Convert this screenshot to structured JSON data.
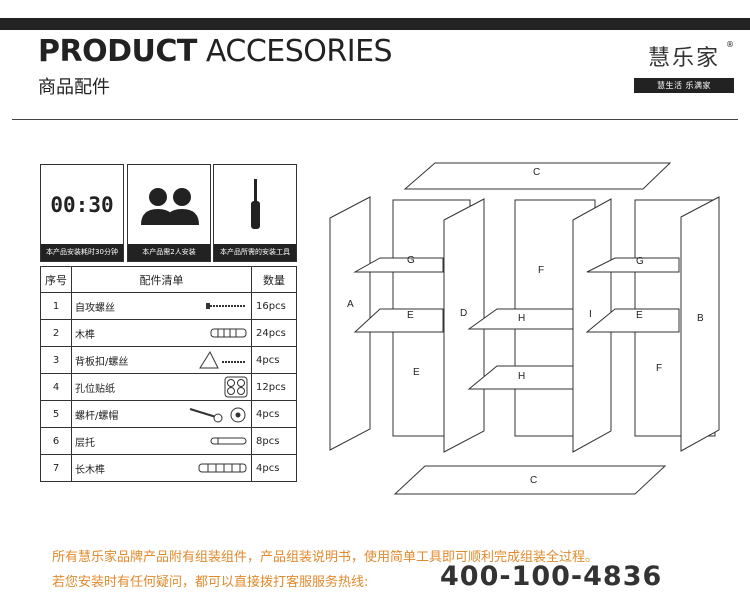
{
  "header": {
    "title_bold": "PRODUCT",
    "title_light": "ACCESORIES",
    "subtitle": "商品配件"
  },
  "brand": {
    "name": "慧乐家",
    "registered": "®",
    "tagline": "慧生活 乐满家"
  },
  "cards": [
    {
      "display": "00:30",
      "caption": "本产品安装耗时30分钟",
      "icon": "clock-display-icon"
    },
    {
      "caption": "本产品需2人安装",
      "icon": "two-people-icon"
    },
    {
      "caption": "本产品所需的安装工具",
      "icon": "screwdriver-icon"
    }
  ],
  "table": {
    "headers": [
      "序号",
      "配件清单",
      "数量"
    ],
    "rows": [
      {
        "no": "1",
        "name": "自攻螺丝",
        "qty": "16pcs",
        "icon": "screw-icon"
      },
      {
        "no": "2",
        "name": "木榫",
        "qty": "24pcs",
        "icon": "wood-dowel-icon"
      },
      {
        "no": "3",
        "name": "背板扣/螺丝",
        "qty": "4pcs",
        "icon": "back-panel-clip-icon"
      },
      {
        "no": "4",
        "name": "孔位贴纸",
        "qty": "12pcs",
        "icon": "hole-sticker-icon"
      },
      {
        "no": "5",
        "name": "螺杆/螺帽",
        "qty": "4pcs",
        "icon": "bolt-nut-icon"
      },
      {
        "no": "6",
        "name": "层托",
        "qty": "8pcs",
        "icon": "shelf-support-icon"
      },
      {
        "no": "7",
        "name": "长木榫",
        "qty": "4pcs",
        "icon": "long-dowel-icon"
      }
    ]
  },
  "diagram": {
    "labels": [
      "C",
      "A",
      "G",
      "E",
      "E",
      "D",
      "F",
      "H",
      "H",
      "I",
      "G",
      "E",
      "B",
      "F",
      "C"
    ]
  },
  "footer": {
    "line1": "所有慧乐家品牌产品附有组装组件，产品组装说明书，使用简单工具即可顺利完成组装全过程。",
    "line2": "若您安装时有任何疑问，都可以直接拨打客服服务热线:",
    "phone": "400-100-4836",
    "accent_color": "#e08a2c"
  }
}
